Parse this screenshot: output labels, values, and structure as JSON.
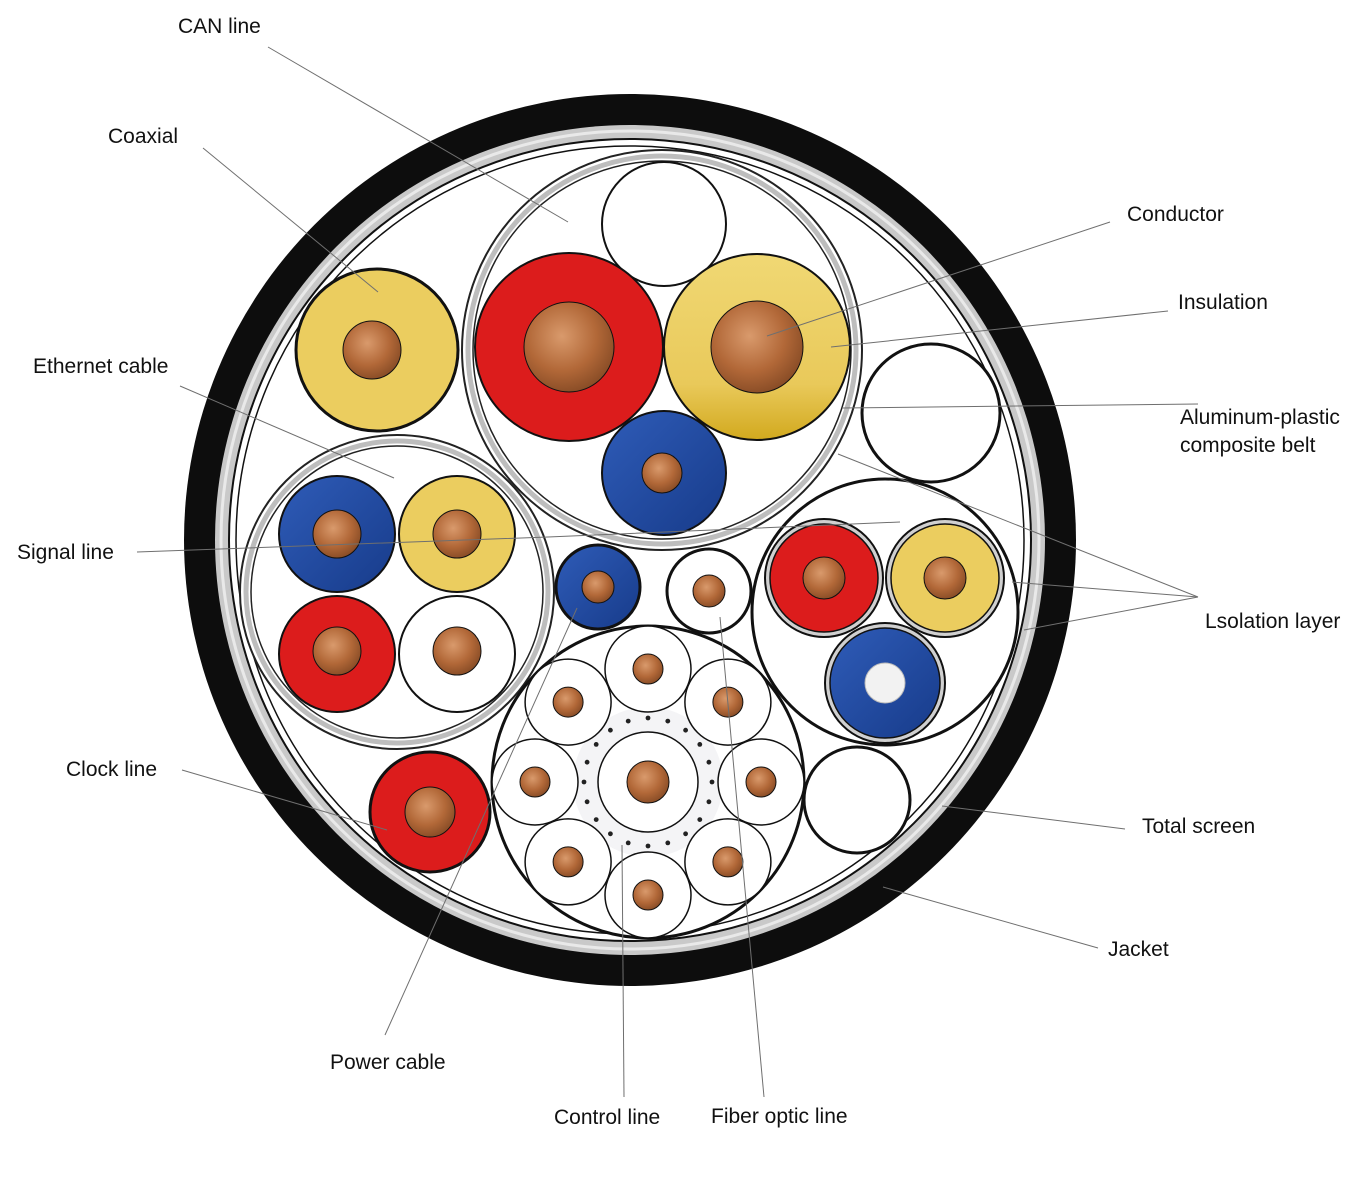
{
  "labels": {
    "can_line": "CAN line",
    "coaxial": "Coaxial",
    "ethernet_cable": "Ethernet cable",
    "signal_line": "Signal line",
    "clock_line": "Clock line",
    "power_cable": "Power cable",
    "control_line": "Control line",
    "fiber_optic_line": "Fiber optic line",
    "conductor": "Conductor",
    "insulation": "Insulation",
    "aluminum_plastic_1": "Aluminum-plastic",
    "aluminum_plastic_2": "composite belt",
    "isolation_layer": "Lsolation layer",
    "total_screen": "Total screen",
    "jacket": "Jacket"
  },
  "colors": {
    "jacket": "#0d0d0d",
    "screen": "#c8c8c8",
    "red": "#dc1c1c",
    "yellow": "#ebcd5f",
    "blue": "#1f47a0",
    "copper": "#b56a3d",
    "white": "#ffffff"
  }
}
